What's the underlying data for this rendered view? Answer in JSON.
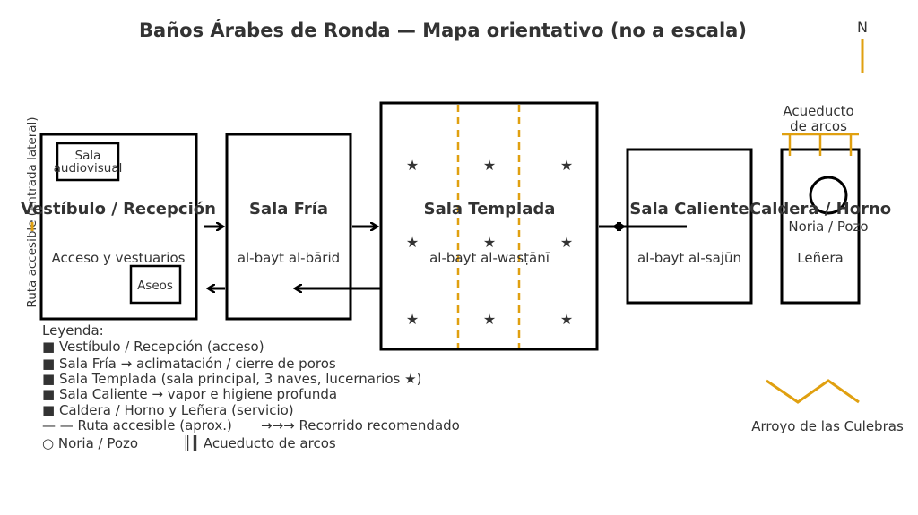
{
  "title": "Baños Árabes de Ronda — Mapa orientativo (no a escala)",
  "compass": {
    "label": "N"
  },
  "colors": {
    "ink": "#333333",
    "stroke": "#000000",
    "accent": "#E0A010"
  },
  "accessible_route_label": "Ruta accesible (entrada lateral)",
  "rooms": {
    "vestibulo": {
      "title": "Vestíbulo / Recepción",
      "subtitle": "Acceso y vestuarios",
      "audiovisual": [
        "Sala",
        "audiovisual"
      ],
      "aseos": "Aseos"
    },
    "fria": {
      "title": "Sala Fría",
      "subtitle": "al-bayt al-bārid"
    },
    "templada": {
      "title": "Sala Templada",
      "subtitle": "al-bayt al-wasṭānī",
      "skylight_symbol": "★"
    },
    "caliente": {
      "title": "Sala Caliente",
      "subtitle": "al-bayt al-sajūn"
    },
    "caldera": {
      "title": "Caldera / Horno",
      "noria": "Noria / Pozo",
      "lenera": "Leñera"
    }
  },
  "acueducto": [
    "Acueducto",
    "de arcos"
  ],
  "arroyo": "Arroyo de las Culebras",
  "legend": {
    "heading": "Leyenda:",
    "items": [
      "■ Vestíbulo / Recepción (acceso)",
      "■ Sala Fría → aclimatación / cierre de poros",
      "■ Sala Templada (sala principal, 3 naves, lucernarios ★)",
      "■ Sala Caliente → vapor e higiene profunda",
      "■ Caldera / Horno y Leñera (servicio)"
    ],
    "route_line": "— — Ruta accesible (aprox.)",
    "route_arrows": "→→→ Recorrido recomendado",
    "noria": "○ Noria / Pozo",
    "acueducto": "║║ Acueducto de arcos"
  }
}
